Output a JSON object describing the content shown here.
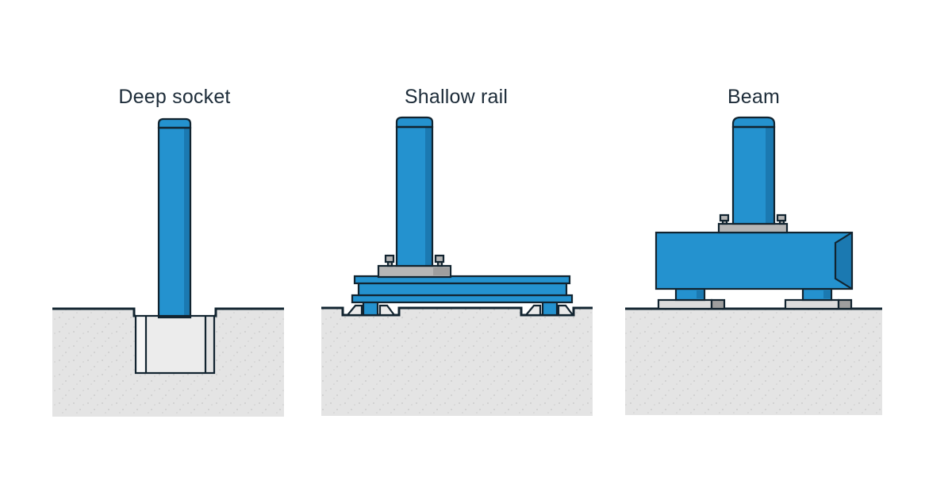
{
  "page": {
    "background": "#ffffff"
  },
  "diagrams": [
    {
      "id": "deep-socket",
      "title": "Deep socket"
    },
    {
      "id": "shallow-rail",
      "title": "Shallow rail"
    },
    {
      "id": "beam",
      "title": "Beam"
    }
  ],
  "colors": {
    "blue": "#2492cf",
    "blue-dark": "#1b79b1",
    "outline": "#122430",
    "ground": "#e4e4e4",
    "ground-dot": "#cccccc",
    "sleeve-inner": "#ececec",
    "sleeve-gap": "#f6f6f6",
    "plate-gray": "#b6b6b6",
    "plate-gray-dark": "#9e9e9e",
    "pad-gray": "#dcdcdc",
    "block-gray": "#9e9e9e",
    "wedge": "#eaeaea",
    "title-text": "#1d2c39",
    "bg": "#ffffff"
  }
}
